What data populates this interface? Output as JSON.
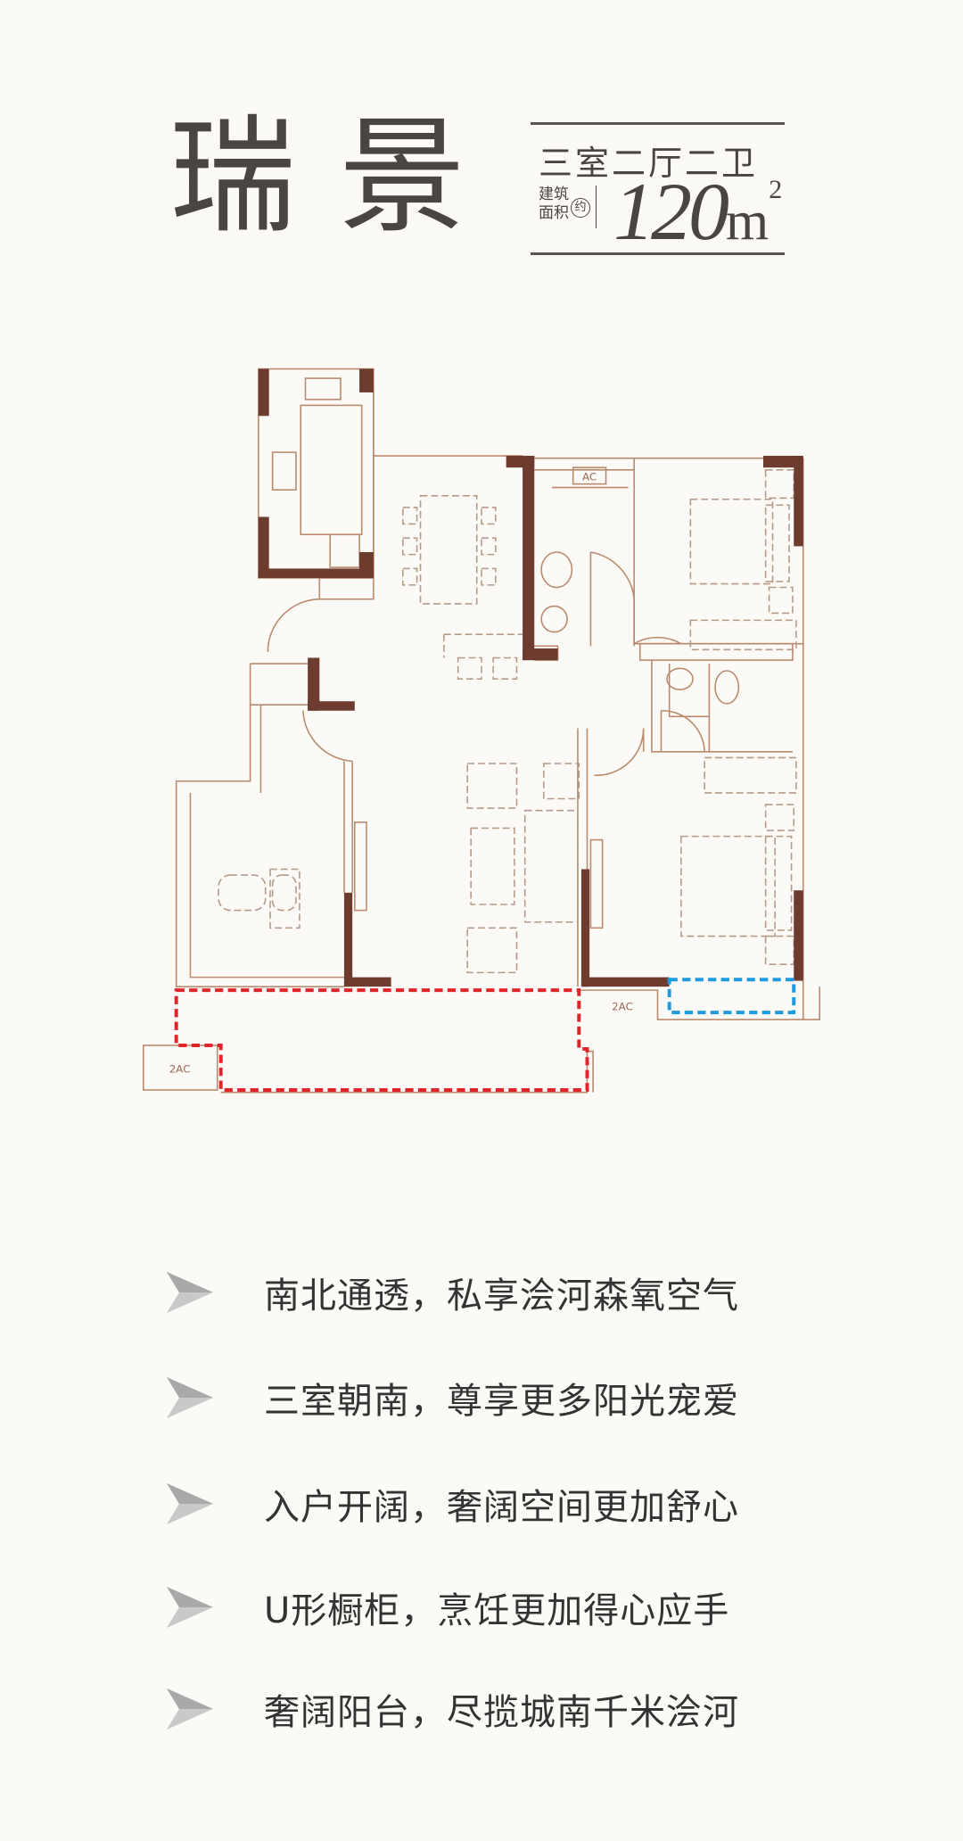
{
  "header": {
    "title": "瑞景",
    "layout": "三室二厅二卫",
    "area_label_line1": "建筑",
    "area_label_line2": "面积",
    "area_prefix": "约",
    "area_value": "120",
    "area_unit": "m",
    "area_unit_sup": "2"
  },
  "floorplan": {
    "ac_labels": [
      "AC",
      "2AC",
      "2AC"
    ],
    "colors": {
      "wall": "#6e3b2f",
      "line": "#b98a6d",
      "furniture": "#b59a88",
      "balcony_highlight": "#e0242a",
      "ac_highlight": "#1e9be0"
    }
  },
  "features": [
    {
      "text": "南北通透，私享浍河森氧空气"
    },
    {
      "text": "三室朝南，尊享更多阳光宠爱"
    },
    {
      "text": "入户开阔，奢阔空间更加舒心"
    },
    {
      "text": "U形橱柜，烹饪更加得心应手"
    },
    {
      "text": "奢阔阳台，尽揽城南千米浍河"
    }
  ]
}
